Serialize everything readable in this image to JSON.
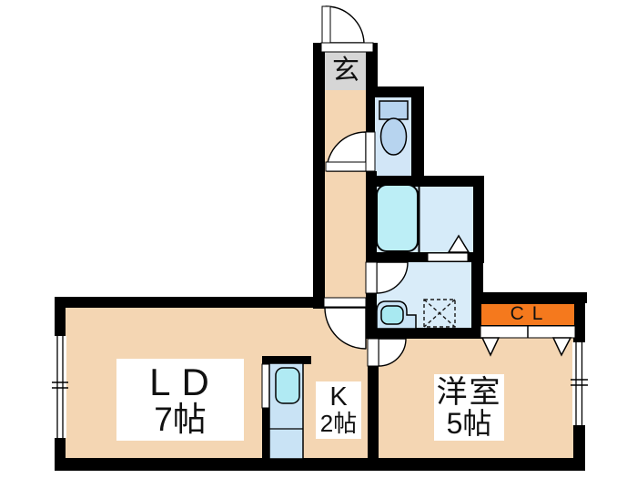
{
  "floorplan": {
    "type": "japanese-apartment-floorplan",
    "rooms": {
      "entrance": {
        "label": "玄"
      },
      "living_dining": {
        "label": "LD",
        "area": "7帖"
      },
      "kitchen": {
        "label": "K",
        "area": "2帖"
      },
      "western_room": {
        "label": "洋室",
        "area": "5帖"
      },
      "closet": {
        "label": "CL"
      },
      "toilet": {
        "label": ""
      },
      "bathroom": {
        "label": ""
      },
      "washroom": {
        "label": ""
      }
    },
    "fixtures": [
      "toilet",
      "bathtub",
      "washbasin",
      "washing-machine-space",
      "kitchen-sink"
    ],
    "colors": {
      "wall": "#000000",
      "floor_peach": "#f4d6b3",
      "genkan_gray": "#d6d6d6",
      "wet_area_blue": "#d6eaf8",
      "fixture_blue": "#b7d4ef",
      "tub_cyan": "#bceef6",
      "sink_cyan": "#a8e9f1",
      "closet_orange": "#f5791d"
    }
  }
}
